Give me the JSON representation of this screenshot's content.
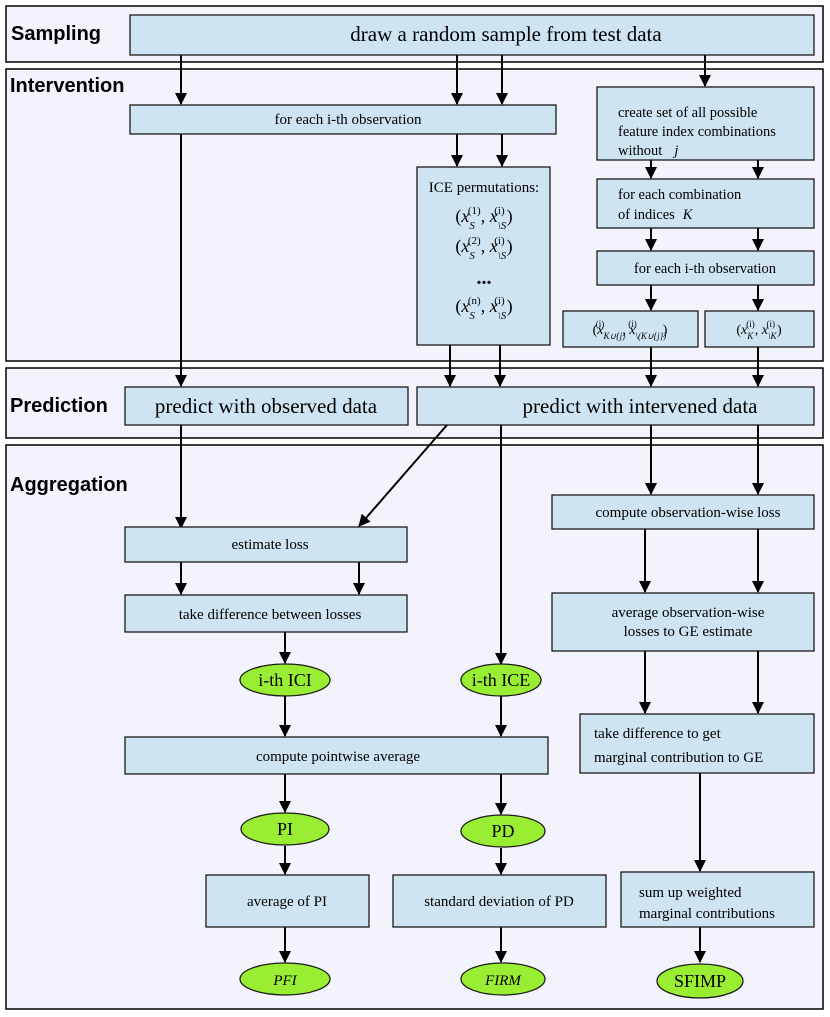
{
  "sections": {
    "sampling": "Sampling",
    "intervention": "Intervention",
    "prediction": "Prediction",
    "aggregation": "Aggregation"
  },
  "boxes": {
    "draw_sample": "draw a random sample from test data",
    "for_each_obs_left": "for each i-th observation",
    "ice_perm_title": "ICE permutations:",
    "ice_perm_dots": "...",
    "create_set_l1": "create set of all possible",
    "create_set_l2": "feature index combinations",
    "create_set_l3": "without",
    "create_set_var": "j",
    "for_each_combo_l1": "for each combination",
    "for_each_combo_l2": "of indices",
    "for_each_combo_var": "K",
    "for_each_obs_right": "for each i-th observation",
    "predict_observed": "predict with observed data",
    "predict_intervened": "predict with intervened data",
    "estimate_loss": "estimate loss",
    "take_difference": "take difference between losses",
    "compute_pointwise": "compute pointwise average",
    "average_pi": "average of PI",
    "std_pd": "standard deviation of PD",
    "compute_obs_loss": "compute observation-wise loss",
    "avg_obs_l1": "average observation-wise",
    "avg_obs_l2": "losses to GE estimate",
    "take_diff_marg_l1": "take difference to get",
    "take_diff_marg_l2": "marginal contribution to GE",
    "sum_up_l1": "sum up weighted",
    "sum_up_l2": "marginal contributions"
  },
  "ovals": {
    "ith_ici": "i-th ICI",
    "ith_ice": "i-th ICE",
    "pi": "PI",
    "pd": "PD",
    "pfi": "PFI",
    "firm": "FIRM",
    "sfimp": "SFIMP"
  },
  "math": {
    "ice_perm_1": {
      "base": "x",
      "sup": "(1)",
      "sub": "S",
      "base2": "x",
      "sup2": "(i)",
      "sub2": "\\S"
    },
    "ice_perm_2": {
      "base": "x",
      "sup": "(2)",
      "sub": "S",
      "base2": "x",
      "sup2": "(i)",
      "sub2": "\\S"
    },
    "ice_perm_n": {
      "base": "x",
      "sup": "(n)",
      "sub": "S",
      "base2": "x",
      "sup2": "(i)",
      "sub2": "\\S"
    },
    "k_union_j": {
      "base": "x",
      "sup": "(i)",
      "sub": "K∪{j}",
      "base2": "x",
      "sup2": "(i)",
      "sub2": "\\(K∪{j})"
    },
    "k_only": {
      "base": "x",
      "sup": "(i)",
      "sub": "K",
      "base2": "x",
      "sup2": "(i)",
      "sub2": "\\K"
    }
  },
  "colors": {
    "box_fill": "#cfe4f2",
    "oval_fill": "#99ee33",
    "section_fill": "#f3f3fc"
  }
}
